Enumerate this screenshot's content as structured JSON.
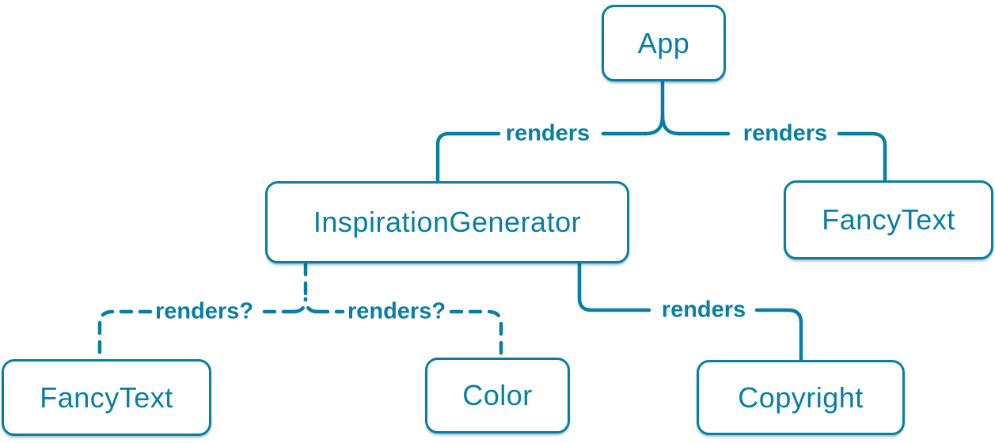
{
  "diagram": {
    "type": "component-render-tree",
    "colors": {
      "accent": "#087ea4",
      "node_fill": "#ffffff"
    },
    "nodes": [
      {
        "id": "app",
        "label": "App"
      },
      {
        "id": "inspiration-generator",
        "label": "InspirationGenerator"
      },
      {
        "id": "fancy-text-top",
        "label": "FancyText"
      },
      {
        "id": "fancy-text-bottom",
        "label": "FancyText"
      },
      {
        "id": "color",
        "label": "Color"
      },
      {
        "id": "copyright",
        "label": "Copyright"
      }
    ],
    "edges": [
      {
        "from": "App",
        "to": "InspirationGenerator",
        "label": "renders",
        "style": "solid"
      },
      {
        "from": "App",
        "to": "FancyText",
        "label": "renders",
        "style": "solid"
      },
      {
        "from": "InspirationGenerator",
        "to": "FancyText",
        "label": "renders?",
        "style": "dashed"
      },
      {
        "from": "InspirationGenerator",
        "to": "Color",
        "label": "renders?",
        "style": "dashed"
      },
      {
        "from": "InspirationGenerator",
        "to": "Copyright",
        "label": "renders",
        "style": "solid"
      }
    ]
  }
}
